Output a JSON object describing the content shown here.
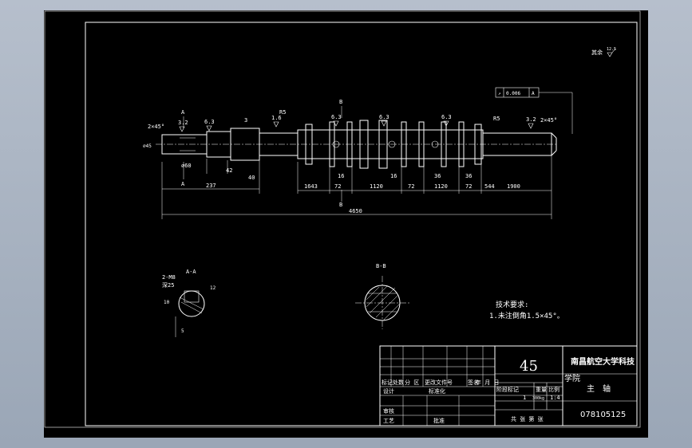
{
  "drawing": {
    "roughness_note": "其余",
    "roughness_note_value": "12.5",
    "tolerance_frame": [
      "↗",
      "0.006",
      "A"
    ],
    "chamfer_left": "2×45°",
    "chamfer_right": "2×45°",
    "roughness_values": [
      "3.2",
      "6.3",
      "1.6",
      "6.3",
      "6.3",
      "6.3",
      "3.2"
    ],
    "section_labels": [
      "A",
      "A",
      "B",
      "B"
    ],
    "section_aa_title": "A-A",
    "section_bb_title": "B-B",
    "dims_top": [
      "3",
      "R5",
      "R5",
      "∅45"
    ],
    "dims_bottom_1": [
      "∅60",
      "42",
      "40",
      "237"
    ],
    "dims_bottom_2": [
      "16",
      "16",
      "36",
      "36"
    ],
    "dims_chain": [
      "1643",
      "72",
      "1120",
      "72",
      "1120",
      "72",
      "544",
      "1900"
    ],
    "dims_total": "4650",
    "aa_labels": [
      "2-M8",
      "深25",
      "10",
      "12",
      "5"
    ],
    "tech_title": "技术要求:",
    "tech_text": "1.未注倒角1.5×45°。"
  },
  "title_block": {
    "material": "45",
    "school": "南昌航空大学科技",
    "school_line2": "学院",
    "part_name": "主　轴",
    "drawing_no": "078105125",
    "row_mark": "标记",
    "row_count": "处数",
    "row_zone": "分 区",
    "row_change": "更改文件号",
    "row_sign": "签名",
    "row_date": "年 月 日",
    "design": "设计",
    "std": "标准化",
    "stage": "阶段标记",
    "weight": "重量",
    "scale": "比例",
    "scale_val": "1:4",
    "weight_val": "300kg",
    "count_val": "1",
    "audit": "审核",
    "process": "工艺",
    "approve": "批准",
    "sheets": "共 张 第 张"
  }
}
